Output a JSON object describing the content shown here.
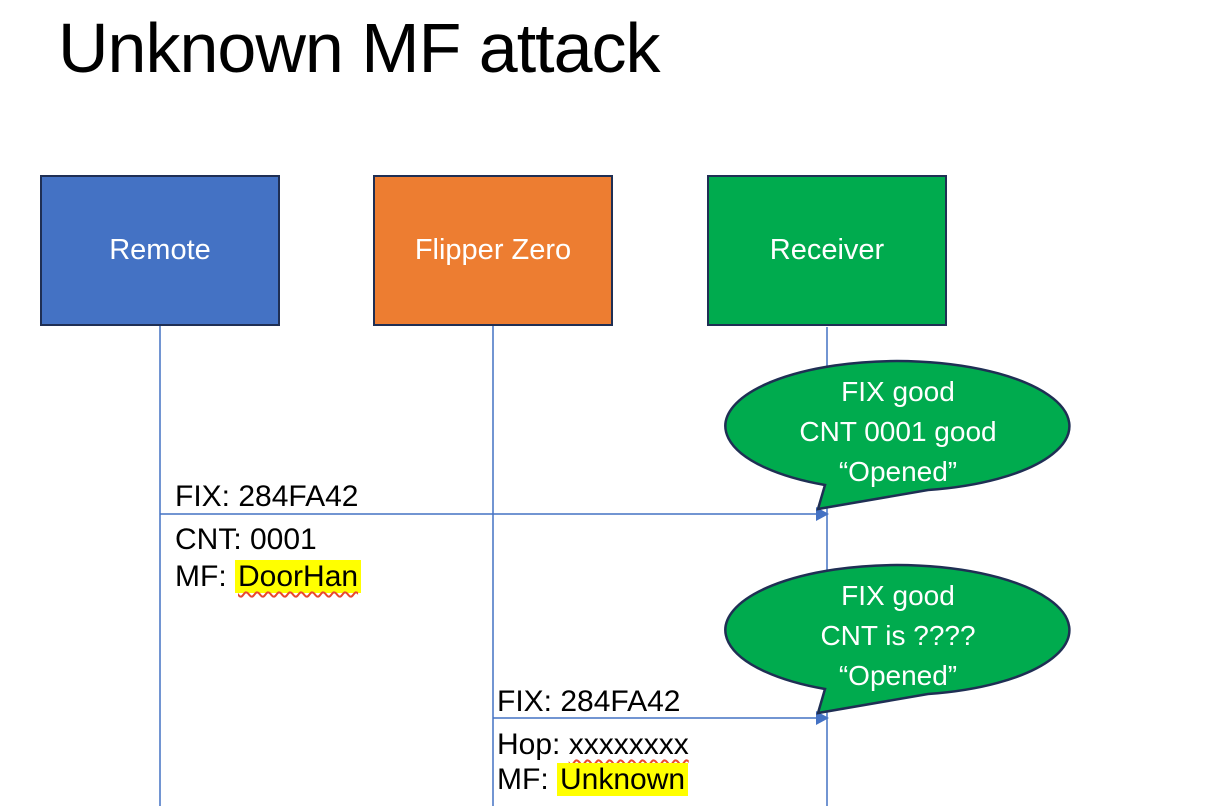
{
  "title": "Unknown MF attack",
  "colors": {
    "actor_remote": "#4472C4",
    "actor_flipper": "#ED7D31",
    "actor_receiver": "#00AB4E",
    "callout_fill": "#00AB4E",
    "shape_border": "#1F2F54",
    "connector_blue": "#4472C4",
    "highlight_yellow": "#FFFF00",
    "spellcheck_red": "#E8492F",
    "text_dark": "#000000",
    "text_light": "#FFFFFF"
  },
  "actors": [
    {
      "id": "remote",
      "label": "Remote",
      "fill": "#4472C4"
    },
    {
      "id": "flipper",
      "label": "Flipper Zero",
      "fill": "#ED7D31"
    },
    {
      "id": "receiver",
      "label": "Receiver",
      "fill": "#00AB4E"
    }
  ],
  "messages": [
    {
      "from": "Remote",
      "to": "Receiver",
      "line1": "FIX: 284FA42",
      "line2": "CNT: 0001",
      "line3_prefix": "MF: ",
      "line3_value": "DoorHan"
    },
    {
      "from": "Flipper Zero",
      "to": "Receiver",
      "line1": "FIX: 284FA42",
      "line2_prefix": "Hop: ",
      "line2_value": "xxxxxxxx",
      "line3_prefix": "MF: ",
      "line3_value": "Unknown"
    }
  ],
  "callouts": [
    {
      "lines": [
        "FIX good",
        "CNT 0001 good",
        "“Opened”"
      ]
    },
    {
      "lines": [
        "FIX good",
        "CNT is ????",
        "“Opened”"
      ]
    }
  ]
}
